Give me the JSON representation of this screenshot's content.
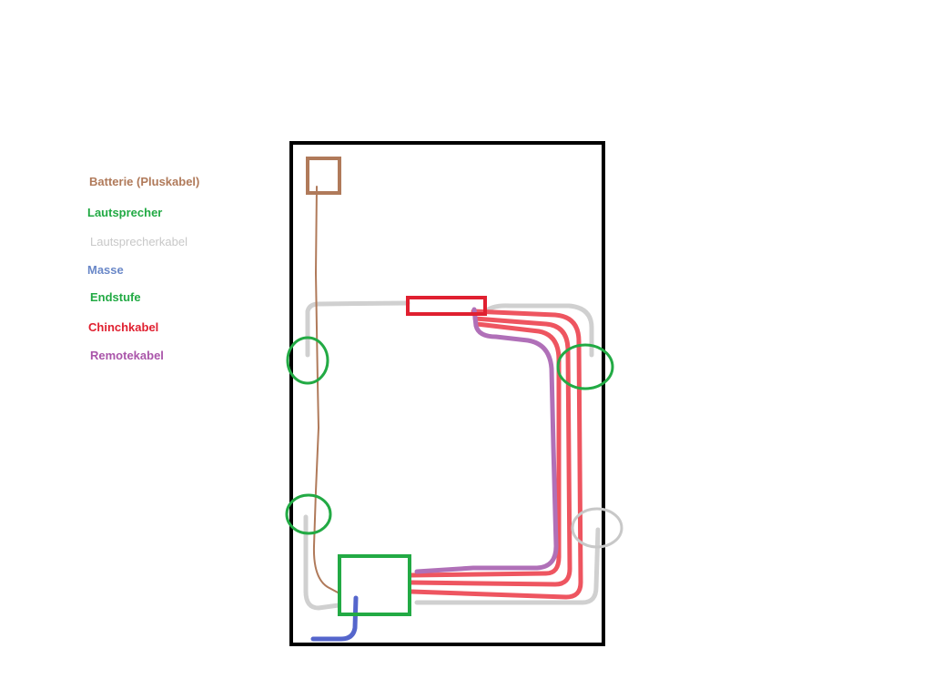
{
  "legend": [
    {
      "id": "batterie",
      "label": "Batterie (Pluskabel)",
      "color": "#b07a5a"
    },
    {
      "id": "lautsprecher",
      "label": "Lautsprecher",
      "color": "#22aa44"
    },
    {
      "id": "lautsprecherkabel",
      "label": "Lautsprecherkabel",
      "color": "#c8c8c8"
    },
    {
      "id": "masse",
      "label": "Masse",
      "color": "#6a88c8"
    },
    {
      "id": "endstufe",
      "label": "Endstufe",
      "color": "#22aa44"
    },
    {
      "id": "chinchkabel",
      "label": "Chinchkabel",
      "color": "#e02030"
    },
    {
      "id": "remotekabel",
      "label": "Remotekabel",
      "color": "#aa55aa"
    }
  ],
  "colors": {
    "car_outline": "#000000",
    "battery": "#b07a5a",
    "speaker": "#22aa44",
    "speaker_cable": "#d0d0d0",
    "ground": "#5566cc",
    "amplifier": "#22aa44",
    "head_unit": "#e02030",
    "cinch_cable": "#ee5560",
    "remote_cable": "#b070b8",
    "unused_speaker": "#c8c8c8"
  }
}
